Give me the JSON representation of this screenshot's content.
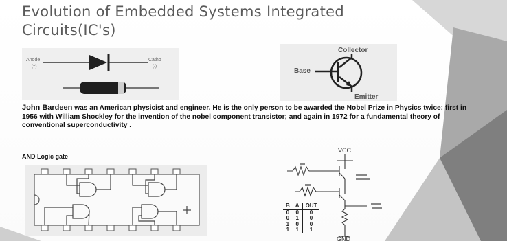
{
  "slide": {
    "title": "Evolution of Embedded Systems Integrated Circuits(IC's)",
    "body": {
      "name": "John Bardeen",
      "text": " was an American physicist and engineer. He is the only person to be awarded the Nobel Prize in Physics twice: first in 1956 with William Shockley  for the invention of the nobel component  transistor; and again in 1972  for a fundamental theory of conventional superconductivity ."
    },
    "and_gate_label": "AND Logic gate"
  },
  "diode_figure": {
    "anode_label": "Anode",
    "anode_sign": "(+)",
    "cathode_label": "Catho",
    "cathode_sign": "(-)"
  },
  "transistor_figure": {
    "collector_label": "Collector",
    "base_label": "Base",
    "emitter_label": "Emitter"
  },
  "circuit_figure": {
    "vcc_label": "VCC",
    "gnd_label": "GND",
    "truth_table": {
      "headers": [
        "B",
        "A",
        "OUT"
      ],
      "rows": [
        [
          "0",
          "0",
          "0"
        ],
        [
          "0",
          "1",
          "0"
        ],
        [
          "1",
          "0",
          "0"
        ],
        [
          "1",
          "1",
          "1"
        ]
      ]
    }
  },
  "colors": {
    "title": "#5a5a5a",
    "panel": "#efefef",
    "facet_dark": "#8a8a8a",
    "facet_light": "#bdbdbd"
  }
}
